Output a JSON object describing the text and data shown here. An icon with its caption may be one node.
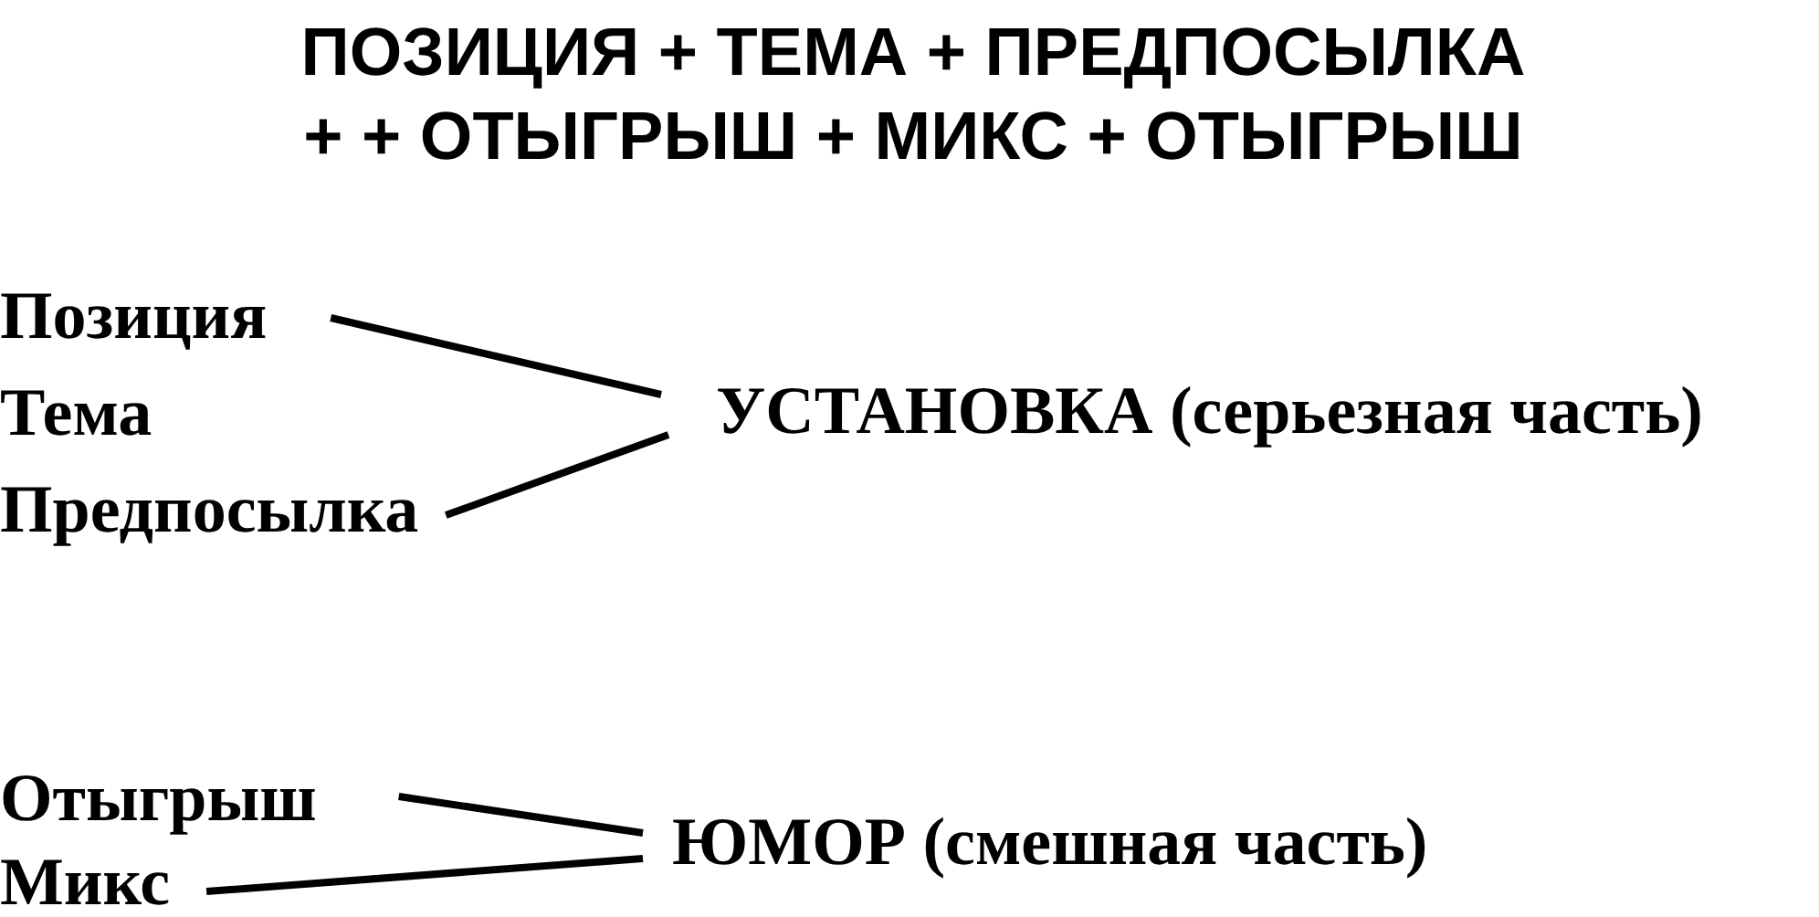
{
  "diagram": {
    "title": "ПОЗИЦИЯ + ТЕМА + ПРЕДПОСЫЛКА + + ОТЫГРЫШ + МИКС + ОТЫГРЫШ",
    "nodes": [
      {
        "text": [
          "Позиция"
        ]
      },
      {
        "text": [
          "Тема"
        ]
      },
      {
        "text": [
          "Предпосылка"
        ]
      },
      {
        "text": [
          "УСТАНОВКА (серьезная часть)"
        ]
      },
      {
        "text": [
          "Отыгрыш"
        ]
      },
      {
        "text": [
          "Микс"
        ]
      },
      {
        "text": [
          "ЮМОР (смешная часть)"
        ]
      }
    ],
    "edges": [
      {
        "from": 0,
        "to": 3,
        "arrow": "none"
      },
      {
        "from": 2,
        "to": 3,
        "arrow": "none"
      },
      {
        "from": 4,
        "to": 6,
        "arrow": "none"
      },
      {
        "from": 5,
        "to": 6,
        "arrow": "none"
      }
    ]
  }
}
